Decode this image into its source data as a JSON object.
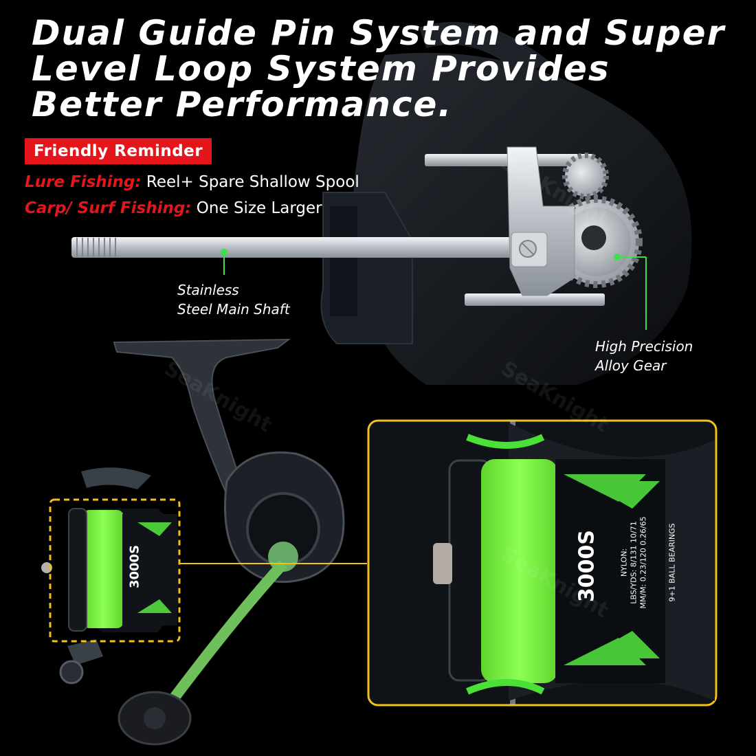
{
  "headline": "Dual Guide Pin System and Super Level Loop System Provides Better Performance.",
  "reminder": {
    "badge": "Friendly Reminder",
    "lines": [
      {
        "label": "Lure Fishing:",
        "value": " Reel+ Spare Shallow Spool"
      },
      {
        "label": "Carp/ Surf Fishing:",
        "value": " One Size Larger"
      }
    ]
  },
  "callouts": {
    "shaft": {
      "line1": "Stainless",
      "line2": "Steel Main Shaft"
    },
    "gear": {
      "line1": "High Precision",
      "line2": "Alloy Gear"
    }
  },
  "spool": {
    "model": "3000S",
    "bearing": "9+1 BALL BEARINGS",
    "line_type": "NYLON:",
    "spec1": "LBS/YDS: 8/131 10/71",
    "spec2": "MM/M: 0.23/120 0.26/65"
  },
  "watermark": "SeaKnight",
  "colors": {
    "accent_red": "#e4161b",
    "line_green": "#7df542",
    "highlight_yellow": "#f2c21a",
    "callout_green": "#3ee04a",
    "metal": "#b9bec5"
  }
}
